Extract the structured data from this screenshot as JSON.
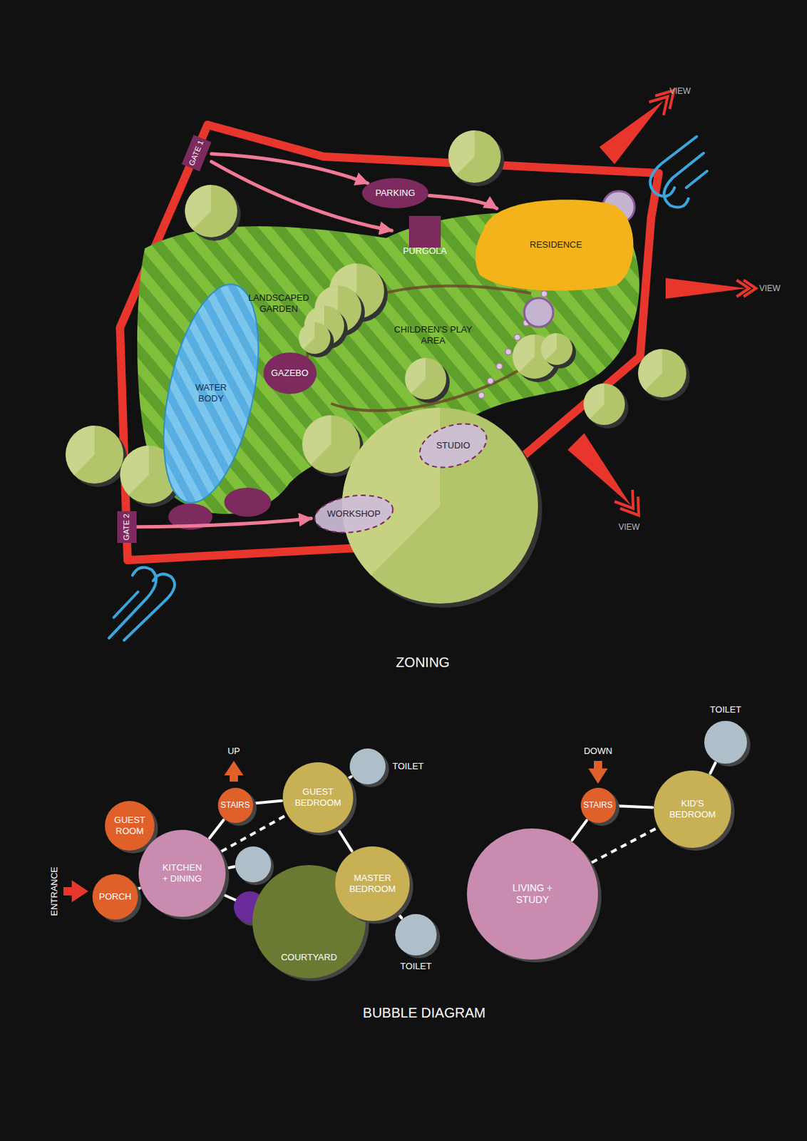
{
  "diagram": {
    "nodes": [
      {
        "text": [
          "GATE 1"
        ]
      },
      {
        "text": [
          "PARKING"
        ]
      },
      {
        "text": [
          "PURGOLA"
        ]
      },
      {
        "text": [
          "RESIDENCE"
        ]
      },
      {
        "text": [
          "GAZEBO"
        ]
      },
      {
        "text": [
          "WATER BODY"
        ]
      },
      {
        "text": [
          "STUDIO"
        ]
      },
      {
        "text": [
          "WORKSHOP"
        ]
      },
      {
        "text": [
          "GATE 2"
        ]
      },
      {
        "text": [
          "STAIRS"
        ]
      },
      {
        "text": [
          "GUEST BEDROOM"
        ]
      },
      {
        "text": [
          "TOILET"
        ]
      },
      {
        "text": [
          "GUEST ROOM"
        ]
      },
      {
        "text": [
          "KITCHEN + DINING"
        ]
      },
      {
        "text": [
          "PORCH"
        ]
      },
      {
        "text": [
          "COURTYARD"
        ]
      },
      {
        "text": [
          "MASTER BEDROOM"
        ]
      },
      {
        "text": [
          "TOILET"
        ]
      },
      {
        "text": [
          "TOILET"
        ]
      },
      {
        "text": [
          "STAIRS"
        ]
      },
      {
        "text": [
          "KID'S BEDROOM"
        ]
      },
      {
        "text": [
          "LIVING + STUDY"
        ]
      }
    ],
    "edges": [
      {
        "from": 0,
        "to": 1,
        "arrow": "to"
      },
      {
        "from": 0,
        "to": 2,
        "arrow": "to"
      },
      {
        "from": 1,
        "to": 3,
        "arrow": "to"
      },
      {
        "from": 8,
        "to": 7,
        "arrow": "to"
      },
      {
        "from": 12,
        "to": 13,
        "arrow": "none"
      },
      {
        "from": 14,
        "to": 13,
        "arrow": "none"
      },
      {
        "from": 13,
        "to": 9,
        "arrow": "none"
      },
      {
        "from": 9,
        "to": 10,
        "arrow": "none"
      },
      {
        "from": 13,
        "to": 10,
        "arrow": "none"
      },
      {
        "from": 10,
        "to": 11,
        "arrow": "none"
      },
      {
        "from": 10,
        "to": 16,
        "arrow": "none"
      },
      {
        "from": 16,
        "to": 17,
        "arrow": "none"
      },
      {
        "from": 21,
        "to": 19,
        "arrow": "none"
      },
      {
        "from": 19,
        "to": 20,
        "arrow": "none"
      },
      {
        "from": 21,
        "to": 20,
        "arrow": "none"
      },
      {
        "from": 20,
        "to": 18,
        "arrow": "none"
      }
    ],
    "labels": [
      "VIEW",
      "LANDSCAPED GARDEN",
      "CHILDREN'S PLAY AREA",
      "VIEW",
      "VIEW",
      "ZONING",
      "UP",
      "DOWN",
      "ENTRANCE",
      "BUBBLE DIAGRAM"
    ]
  }
}
